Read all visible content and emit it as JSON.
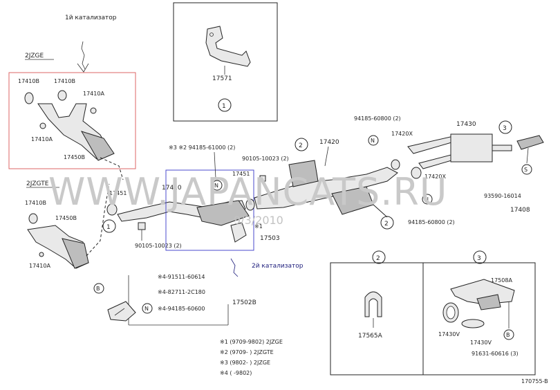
{
  "annotations": {
    "cat1": "1й катализатор",
    "cat2": "2й катализатор",
    "date": "9/3/2010"
  },
  "watermark": "WWW.JAPANCATS.RU",
  "engines": {
    "e1": "2JZGE",
    "e2": "2JZGTE"
  },
  "callouts": {
    "c1": "1",
    "c2": "2",
    "c3": "3"
  },
  "parts": {
    "p17410B_a": "17410B",
    "p17410B_b": "17410B",
    "p17410A_a": "17410A",
    "p17410A_b": "17410A",
    "p17450B_a": "17450B",
    "p17410B_c": "17410B",
    "p17450B_b": "17450B",
    "p17410A_c": "17410A",
    "p17571": "17571",
    "p17451_a": "17451",
    "p17451_b": "17451",
    "p17410": "17410",
    "p94185_61000": "※3 ※2 94185-61000 (2)",
    "p90105_top": "90105-10023 (2)",
    "p90105_bot": "90105-10023 (2)",
    "p17420": "17420",
    "p17430": "17430",
    "p17420X_a": "17420X",
    "p17420X_b": "17420X",
    "p94185_60800_a": "94185-60800 (2)",
    "p94185_60800_b": "94185-60800 (2)",
    "p93590": "93590-16014",
    "p17408": "17408",
    "p17503": "17503",
    "s1": "※1",
    "p91511": "※4-91511-60614",
    "p82711": "※4-82711-2C180",
    "p94185_60600": "※4-94185-60600",
    "p17502B": "17502B",
    "p17565A": "17565A",
    "p17508A": "17508A",
    "p17430V_a": "17430V",
    "p17430V_b": "17430V",
    "p91631": "91631-60616 (3)",
    "p170755B": "170755-B"
  },
  "markers": {
    "N": "N",
    "B": "B",
    "S": "S"
  },
  "notes": [
    "※1 (9709-9802) 2JZGE",
    "※2 (9709-       ) 2JZGTE",
    "※3 (9802-       ) 2JZGE",
    "※4 (       -9802)"
  ]
}
